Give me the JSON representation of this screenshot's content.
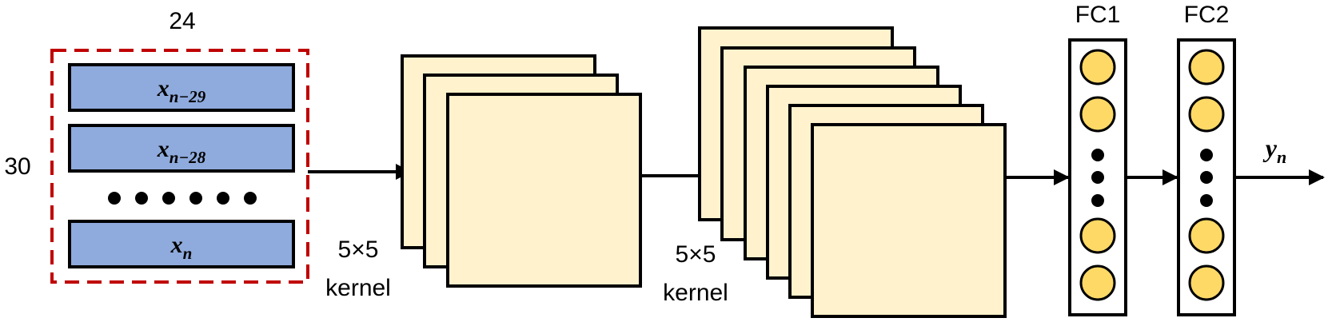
{
  "input": {
    "width_label": "24",
    "height_label": "30",
    "rows": [
      {
        "base": "x",
        "sub": "n−29"
      },
      {
        "base": "x",
        "sub": "n−28"
      },
      {
        "base": "x",
        "sub": "n"
      }
    ],
    "ellipsis_dots": 6,
    "border_color": "#c00000",
    "row_color": "#8faadc"
  },
  "conv1": {
    "kernel_size": "5×5",
    "kernel_word": "kernel",
    "feature_maps": 3
  },
  "conv2": {
    "kernel_size": "5×5",
    "kernel_word": "kernel",
    "feature_maps": 6
  },
  "feature_map_color": "#fff2cc",
  "fc1": {
    "label": "FC1"
  },
  "fc2": {
    "label": "FC2"
  },
  "node_color": "#ffd966",
  "output": {
    "base": "y",
    "sub": "n"
  }
}
